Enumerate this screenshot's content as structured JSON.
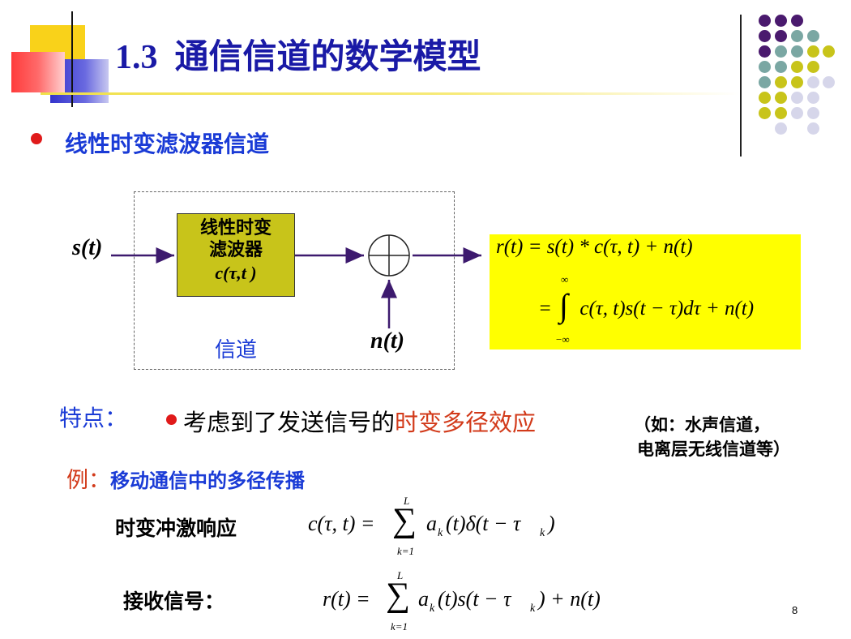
{
  "slide": {
    "title": "1.3  通信信道的数学模型",
    "bullet": "线性时变滤波器信道",
    "page_number": "8"
  },
  "diagram": {
    "input_label": "s(t)",
    "filter_label": [
      "线性时变",
      "滤波器",
      "c(τ,t )"
    ],
    "channel_label": "信道",
    "noise_label": "n(t)"
  },
  "equation_box": {
    "line1": "r(t) = s(t) * c(τ, t) + n(t)",
    "line2": "= ∫ c(τ, t)s(t − τ)dτ + n(t)",
    "upper_limit": "∞",
    "lower_limit": "−∞"
  },
  "features": {
    "label": "特点：",
    "text_black": "考虑到了发送信号的",
    "text_red": "时变多径效应",
    "note_line1": "（如：水声信道，",
    "note_line2": "电离层无线信道等）"
  },
  "example": {
    "label": "例：",
    "text": "移动通信中的多径传播"
  },
  "formulas": {
    "impulse_label": "时变冲激响应",
    "impulse_lhs": "c(τ, t) =",
    "impulse_rhs": "a",
    "impulse_rest": "(t)δ(t − τ",
    "received_label": "接收信号：",
    "received_lhs": "r(t) =",
    "received_rest_a": "a",
    "received_rest": "(t)s(t − τ",
    "received_tail": ") + n(t)",
    "sum_upper": "L",
    "sum_lower": "k=1",
    "subscript": "k"
  },
  "colors": {
    "title": "#1a1aa6",
    "bullet_text": "#1a3bd6",
    "red": "#d23a1a",
    "filter_box": "#c8c41a",
    "equation_box": "#ffff00",
    "arrow": "#3d1a6e"
  }
}
